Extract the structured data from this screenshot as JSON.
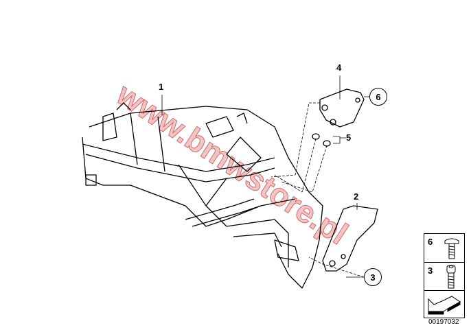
{
  "callouts": {
    "p1": "1",
    "p2": "2",
    "p3": "3",
    "p4": "4",
    "p5": "5",
    "p6": "6"
  },
  "legend": {
    "items": [
      {
        "num": "6",
        "icon": "pan-head-screw-icon"
      },
      {
        "num": "3",
        "icon": "socket-head-screw-icon"
      },
      {
        "num": "",
        "icon": "arrow-icon"
      }
    ]
  },
  "diagram_id": "00197032",
  "watermark": "www.bmwstore.pl"
}
